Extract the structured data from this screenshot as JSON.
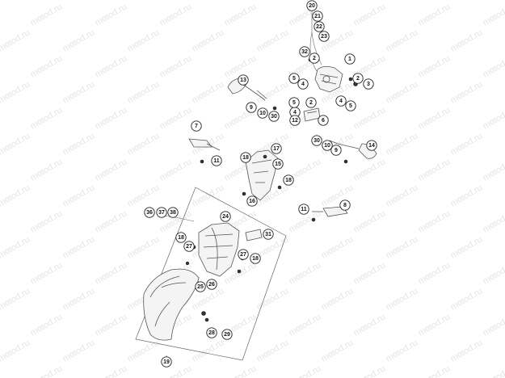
{
  "watermark": "motod.ru",
  "callouts": [
    "1",
    "2",
    "3",
    "4",
    "5",
    "6",
    "7",
    "8",
    "9",
    "10",
    "11",
    "12",
    "13",
    "14",
    "15",
    "16",
    "17",
    "18",
    "19",
    "20",
    "21",
    "22",
    "23",
    "24",
    "25",
    "26",
    "27",
    "28",
    "29",
    "30",
    "31",
    "32",
    "36",
    "37",
    "38"
  ]
}
